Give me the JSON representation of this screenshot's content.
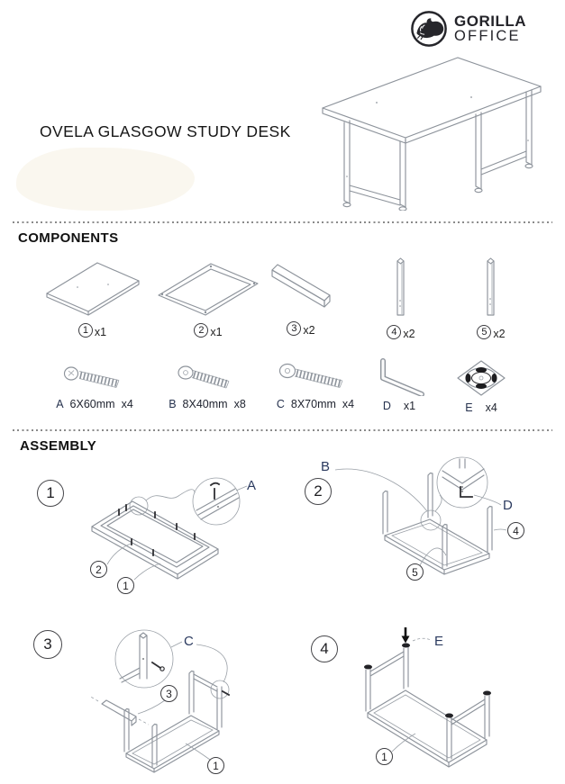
{
  "brand": {
    "line1": "GORILLA",
    "line2": "OFFICE",
    "logo_icon": "gorilla-logo-icon"
  },
  "product_title": "OVELA GLASGOW STUDY DESK",
  "components": {
    "heading": "COMPONENTS",
    "parts": [
      {
        "num": "1",
        "count": "x1",
        "icon": "desk-top-panel-icon"
      },
      {
        "num": "2",
        "count": "x1",
        "icon": "desk-frame-icon"
      },
      {
        "num": "3",
        "count": "x2",
        "icon": "cross-bar-icon"
      },
      {
        "num": "4",
        "count": "x2",
        "icon": "desk-leg-icon"
      },
      {
        "num": "5",
        "count": "x2",
        "icon": "desk-leg-icon"
      }
    ],
    "hardware": [
      {
        "letter": "A",
        "size": "6X60mm",
        "count": "x4",
        "icon": "pan-head-screw-icon"
      },
      {
        "letter": "B",
        "size": "8X40mm",
        "count": "x8",
        "icon": "flat-head-screw-icon"
      },
      {
        "letter": "C",
        "size": "8X70mm",
        "count": "x4",
        "icon": "flat-head-screw-icon"
      },
      {
        "letter": "D",
        "size": "",
        "count": "x1",
        "icon": "allen-key-icon"
      },
      {
        "letter": "E",
        "size": "",
        "count": "x4",
        "icon": "foot-pad-icon"
      }
    ]
  },
  "assembly": {
    "heading": "ASSEMBLY",
    "steps": [
      {
        "num": "1",
        "callouts": {
          "screw": "A",
          "frame": "2",
          "panel": "1"
        }
      },
      {
        "num": "2",
        "callouts": {
          "screw": "B",
          "tool": "D",
          "leg_right": "4",
          "leg_front": "5"
        }
      },
      {
        "num": "3",
        "callouts": {
          "screw": "C",
          "bar": "3",
          "panel": "1"
        }
      },
      {
        "num": "4",
        "callouts": {
          "foot": "E",
          "panel": "1"
        }
      }
    ]
  }
}
